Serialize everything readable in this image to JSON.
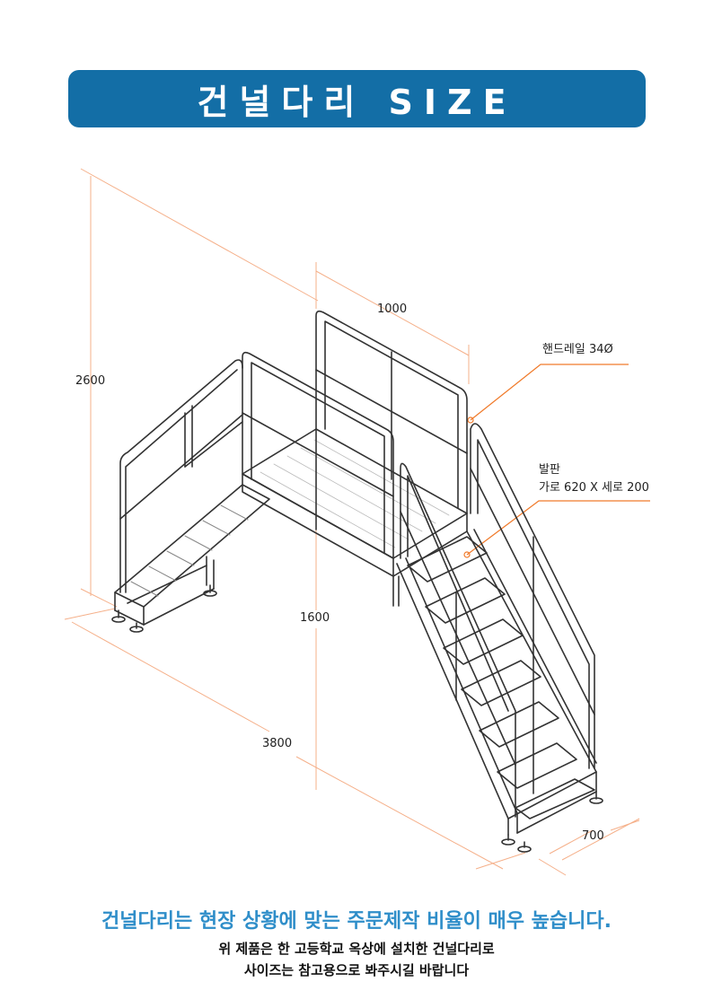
{
  "header": {
    "title": "건널다리 SIZE"
  },
  "dimensions": {
    "width_top": "1000",
    "total_height": "2600",
    "platform_height": "1600",
    "total_length": "3800",
    "stair_width": "700"
  },
  "callouts": {
    "handrail": "핸드레일 34Ø",
    "step_title": "발판",
    "step_size": "가로 620 X 세로 200"
  },
  "footer": {
    "headline": "건널다리는 현장 상황에 맞는 주문제작 비율이 매우 높습니다.",
    "note_line1": "위 제품은 한 고등학교 옥상에 설치한 건널다리로",
    "note_line2": "사이즈는 참고용으로 봐주시길 바랍니다"
  },
  "colors": {
    "banner": "#136ea6",
    "dimension_line": "#f0a070",
    "callout_line": "#f07a2a",
    "headline": "#2f8ec9"
  }
}
